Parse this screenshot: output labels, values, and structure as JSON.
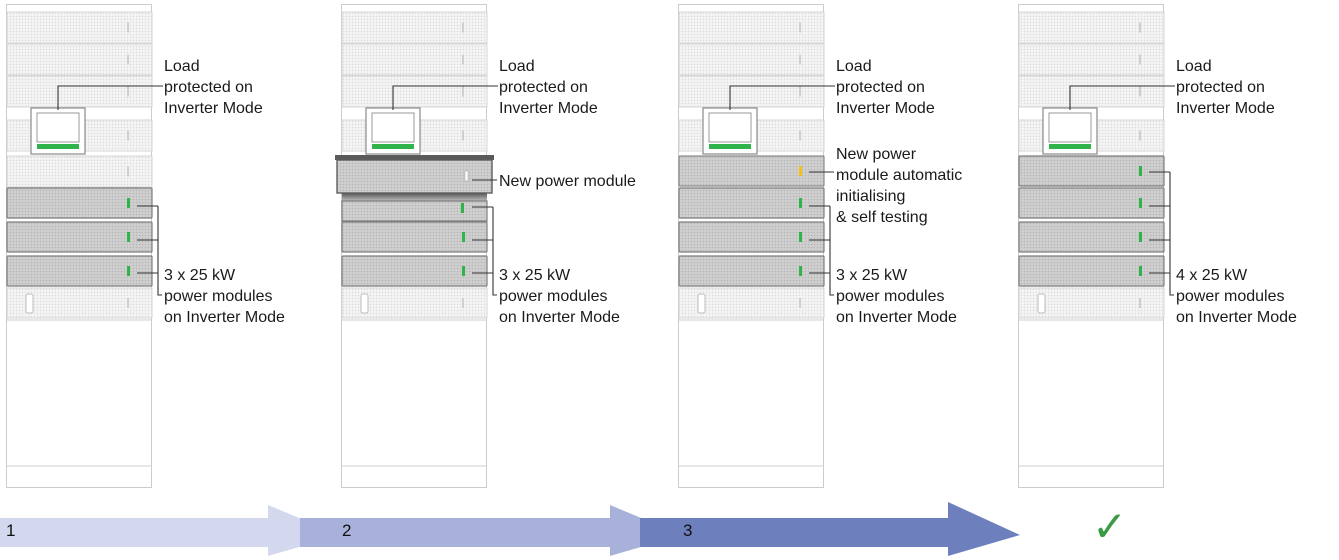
{
  "diagram": {
    "stages": [
      {
        "step": "1",
        "new_slot": "blank",
        "labels": {
          "load": "Load\nprotected on\nInverter Mode",
          "modules": "3 x 25 kW\npower modules\non Inverter Mode"
        }
      },
      {
        "step": "2",
        "new_slot": "inserting",
        "labels": {
          "load": "Load\nprotected on\nInverter Mode",
          "new": "New power module",
          "modules": "3 x 25 kW\npower modules\non Inverter Mode"
        }
      },
      {
        "step": "3",
        "new_slot": "initialising",
        "labels": {
          "load": "Load\nprotected on\nInverter Mode",
          "new": "New power\nmodule automatic\ninitialising\n& self testing",
          "modules": "3 x 25 kW\npower modules\non Inverter Mode"
        }
      },
      {
        "step": "",
        "new_slot": "active",
        "labels": {
          "load": "Load\nprotected on\nInverter Mode",
          "modules": "4 x 25 kW\npower modules\non Inverter Mode"
        }
      }
    ],
    "done_mark": "✓",
    "colors": {
      "arrow_1": "#d4d8ee",
      "arrow_2": "#a8b1d9",
      "arrow_3": "#6e7fbe",
      "led_on": "#2fb34a",
      "led_init": "#f2c21b",
      "check": "#3a9a46"
    }
  }
}
